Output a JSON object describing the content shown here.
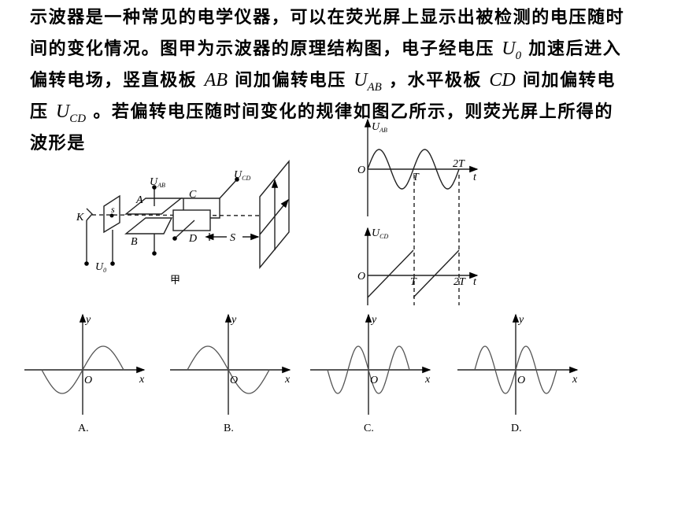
{
  "question": {
    "line1": "示波器是一种常见的电学仪器，可以在荧光屏上显示出被检测的电压随时",
    "line2a": "间的变化情况。图甲为示波器的原理结构图，电子经电压",
    "u0": "U",
    "u0sub": "0",
    "line2b": "加速后进入",
    "line3a": "偏转电场，竖直极板",
    "ab": "AB",
    "line3b": "间加偏转电压",
    "uab": "U",
    "uabsub": "AB",
    "line3c": "，水平极板",
    "cd": "CD",
    "line3d": "间加偏转电",
    "line4a": "压",
    "ucd": "U",
    "ucdsub": "CD",
    "line4b": "。若偏转电压随时间变化的规律如图乙所示，则荧光屏上所得的",
    "line5": "波形是"
  },
  "figure_jia": {
    "K": "K",
    "s": "s",
    "U0": "U",
    "U0sub": "0",
    "A": "A",
    "B": "B",
    "C": "C",
    "D": "D",
    "UAB": "U",
    "UABsub": "AB",
    "UCD": "U",
    "UCDsub": "CD",
    "S": "S",
    "caption": "甲"
  },
  "figure_yi": {
    "top": {
      "ylabel": "U",
      "ylabel_sub": "AB",
      "origin": "O",
      "T": "T",
      "T2": "2T",
      "t": "t",
      "waveform": "sine",
      "periods": 2
    },
    "bottom": {
      "ylabel": "U",
      "ylabel_sub": "CD",
      "origin": "O",
      "T": "T",
      "T2": "2T",
      "t": "t",
      "waveform": "sawtooth",
      "periods": 2
    }
  },
  "options": [
    {
      "label": "A.",
      "x": "x",
      "y": "y",
      "origin": "O",
      "cycles": 1,
      "sign": 1
    },
    {
      "label": "B.",
      "x": "x",
      "y": "y",
      "origin": "O",
      "cycles": 1,
      "sign": -1
    },
    {
      "label": "C.",
      "x": "x",
      "y": "y",
      "origin": "O",
      "cycles": 2,
      "sign": -1
    },
    {
      "label": "D.",
      "x": "x",
      "y": "y",
      "origin": "O",
      "cycles": 2,
      "sign": 1
    }
  ]
}
